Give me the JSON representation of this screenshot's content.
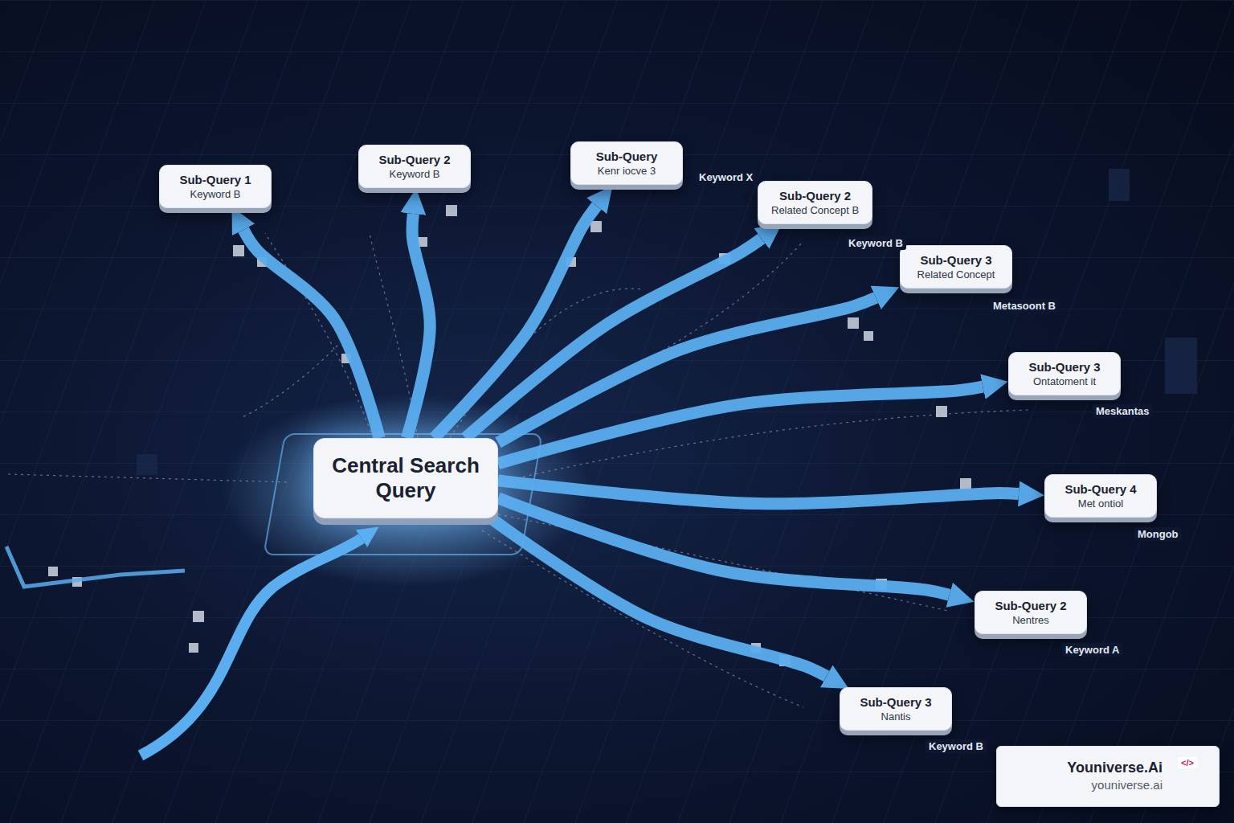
{
  "diagram": {
    "nodes": [
      {
        "text": [
          "Central Search Query"
        ]
      },
      {
        "text": [
          "Sub-Query 1",
          "Keyword B"
        ]
      },
      {
        "text": [
          "Sub-Query 2",
          "Keyword B"
        ]
      },
      {
        "text": [
          "Sub-Query",
          "Kenr iocve 3"
        ]
      },
      {
        "text": [
          "Sub-Query 2",
          "Related Concept B"
        ]
      },
      {
        "text": [
          "Sub-Query 3",
          "Related Concept"
        ]
      },
      {
        "text": [
          "Sub-Query 3",
          "Ontatoment it"
        ]
      },
      {
        "text": [
          "Sub-Query 4",
          "Met ontiol"
        ]
      },
      {
        "text": [
          "Sub-Query 2",
          "Nentres"
        ]
      },
      {
        "text": [
          "Sub-Query 3",
          "Nantis"
        ]
      },
      {
        "text": [
          "Youniverse.Ai",
          "youniverse.ai"
        ]
      }
    ],
    "edges": [
      {
        "from": 0,
        "to": 1,
        "arrow": "to"
      },
      {
        "from": 0,
        "to": 2,
        "arrow": "to"
      },
      {
        "from": 0,
        "to": 3,
        "arrow": "to"
      },
      {
        "from": 0,
        "to": 4,
        "arrow": "to"
      },
      {
        "from": 0,
        "to": 5,
        "arrow": "to"
      },
      {
        "from": 0,
        "to": 6,
        "arrow": "to"
      },
      {
        "from": 0,
        "to": 7,
        "arrow": "to"
      },
      {
        "from": 0,
        "to": 8,
        "arrow": "to"
      },
      {
        "from": 0,
        "to": 9,
        "arrow": "to"
      }
    ],
    "labels": [
      "Keyword X",
      "Keyword B",
      "Metasoont B",
      "Meskantas",
      "Mongob",
      "Keyword A",
      "Keyword B",
      "</>"
    ]
  }
}
